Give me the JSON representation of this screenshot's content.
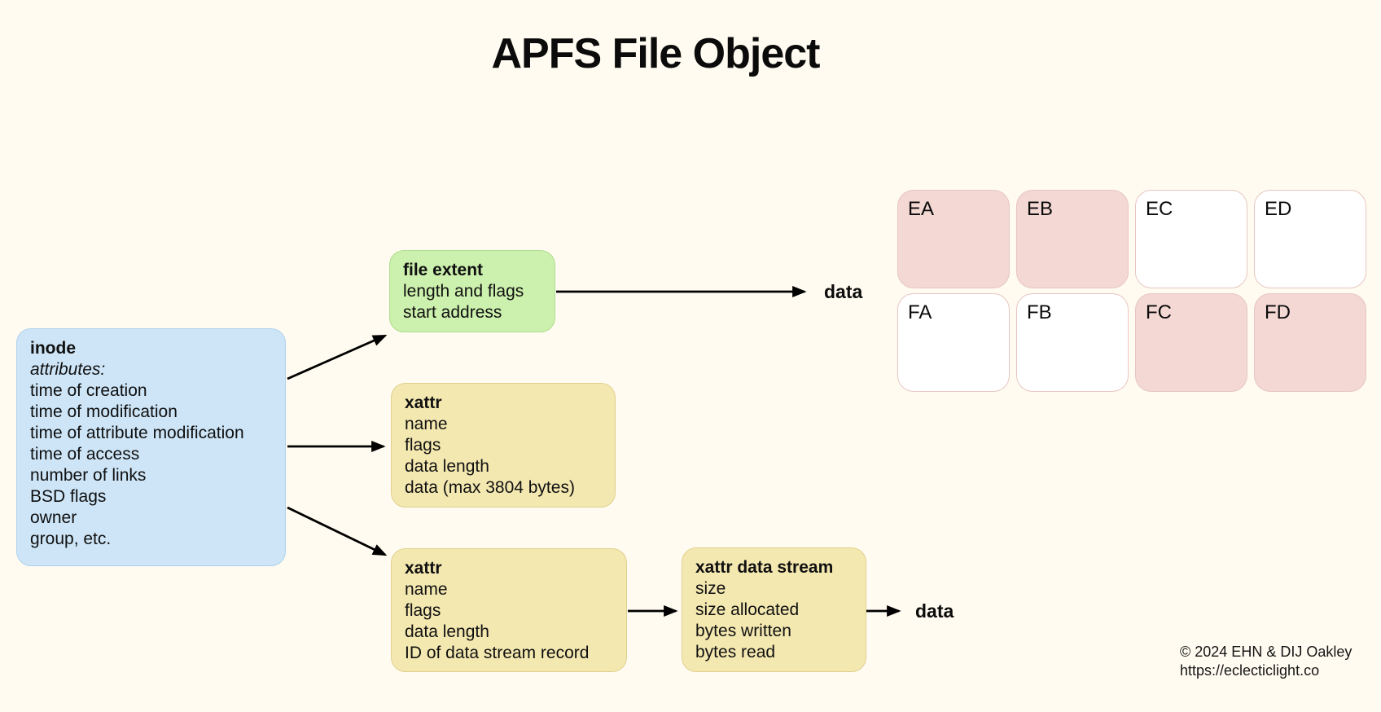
{
  "title": "APFS File Object",
  "colors": {
    "background": "#fffbf0",
    "inode_fill": "#cde5f7",
    "file_extent_fill": "#ccf0ad",
    "xattr_fill": "#f4e8b1",
    "block_used_fill": "#f3d8d4",
    "block_border": "#e7c6c2",
    "text": "#101010"
  },
  "boxes": {
    "inode": {
      "title": "inode",
      "attributes_label": "attributes:",
      "lines": [
        "time of creation",
        "time of modification",
        "time of attribute modification",
        "time of access",
        "number of links",
        "BSD flags",
        "owner",
        "group, etc."
      ]
    },
    "file_extent": {
      "title": "file extent",
      "lines": [
        "length and flags",
        "start address"
      ]
    },
    "xattr_inline": {
      "title": "xattr",
      "lines": [
        "name",
        "flags",
        "data length",
        "data (max 3804 bytes)"
      ]
    },
    "xattr_record": {
      "title": "xattr",
      "lines": [
        "name",
        "flags",
        "data length",
        "ID of data stream record"
      ]
    },
    "xattr_data_stream": {
      "title": "xattr data stream",
      "lines": [
        "size",
        "size allocated",
        "bytes written",
        "bytes read"
      ]
    }
  },
  "labels": {
    "data_extent": "data",
    "data_stream": "data"
  },
  "grid": {
    "cells": [
      {
        "label": "EA",
        "filled": true
      },
      {
        "label": "EB",
        "filled": true
      },
      {
        "label": "EC",
        "filled": false
      },
      {
        "label": "ED",
        "filled": false
      },
      {
        "label": "FA",
        "filled": false
      },
      {
        "label": "FB",
        "filled": false
      },
      {
        "label": "FC",
        "filled": true
      },
      {
        "label": "FD",
        "filled": true
      }
    ]
  },
  "footer": {
    "copyright": "© 2024 EHN & DIJ Oakley",
    "url": "https://eclecticlight.co"
  }
}
